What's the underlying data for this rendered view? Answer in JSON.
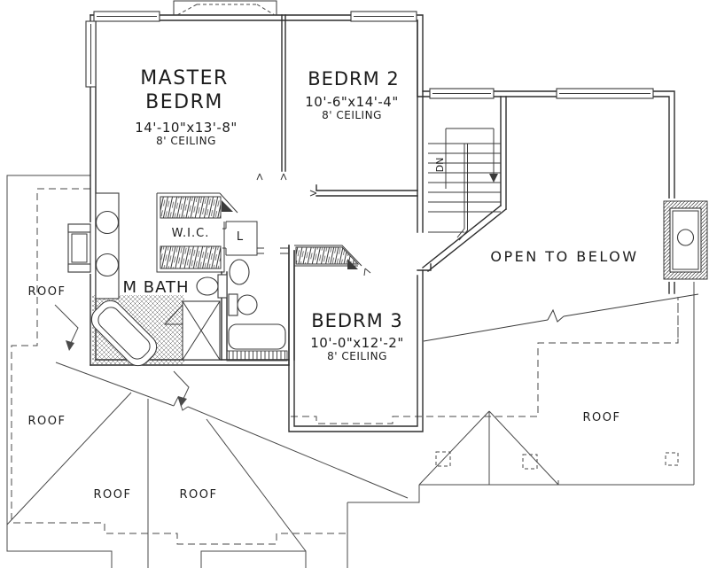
{
  "plan": {
    "rooms": {
      "master_bedroom": {
        "line1": "MASTER",
        "line2": "BEDRM",
        "dims": "14'-10\"x13'-8\"",
        "ceiling": "8' CEILING"
      },
      "bedroom2": {
        "name": "BEDRM 2",
        "dims": "10'-6\"x14'-4\"",
        "ceiling": "8' CEILING"
      },
      "bedroom3": {
        "name": "BEDRM 3",
        "dims": "10'-0\"x12'-2\"",
        "ceiling": "8' CEILING"
      },
      "closet_wic": {
        "name": "W.I.C."
      },
      "closet_linen": {
        "name": "L"
      },
      "master_bath": {
        "name": "M BATH"
      },
      "open_to_below": {
        "name": "OPEN TO BELOW"
      }
    },
    "stairs": {
      "direction_label": "DN"
    },
    "roof_labels": [
      "ROOF",
      "ROOF",
      "ROOF",
      "ROOF",
      "ROOF"
    ],
    "colors": {
      "line": "#2d2d2d",
      "background": "#ffffff"
    }
  }
}
